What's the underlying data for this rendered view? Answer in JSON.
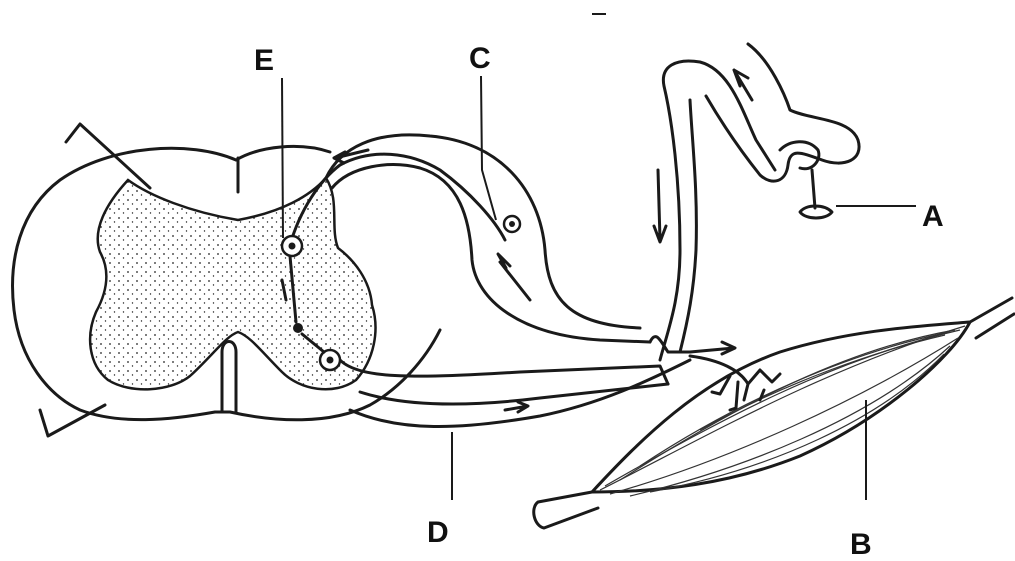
{
  "labels": {
    "a": "A",
    "b": "B",
    "c": "C",
    "d": "D",
    "e": "E"
  },
  "stroke_color": "#1a1a1a"
}
